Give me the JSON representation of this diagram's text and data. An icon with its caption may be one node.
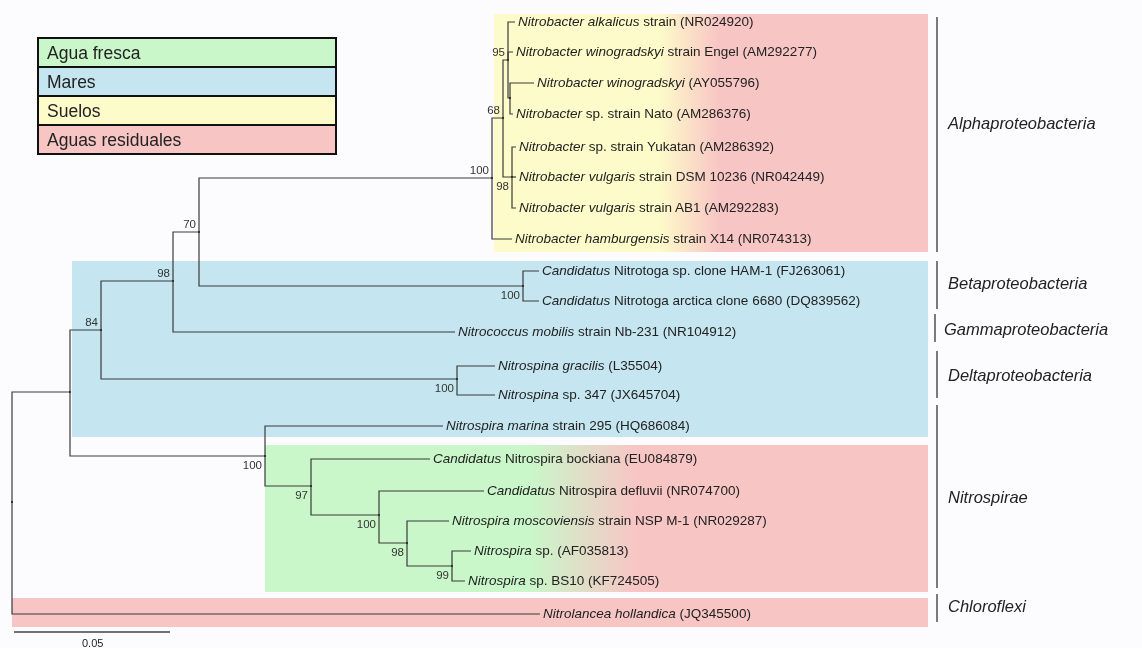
{
  "diagram": {
    "nodes": [
      {
        "text": [],
        "shape": "band"
      },
      {
        "text": [
          "*Nitrobacter alkalicus* strain (NR024920)"
        ],
        "in": 0
      },
      {
        "text": [
          "*Nitrobacter winogradskyi* strain Engel (AM292277)"
        ],
        "in": 0
      },
      {
        "text": [
          "*Nitrobacter winogradskyi* (AY055796)"
        ],
        "in": 0
      },
      {
        "text": [
          "*Nitrobacter* sp. strain Nato (AM286376)"
        ],
        "in": 0
      },
      {
        "text": [
          "*Nitrobacter* sp. strain Yukatan (AM286392)"
        ],
        "in": 0
      },
      {
        "text": [
          "*Nitrobacter vulgaris* strain DSM 10236 (NR042449)"
        ],
        "in": 0
      },
      {
        "text": [
          "*Nitrobacter vulgaris* strain AB1 (AM292283)"
        ],
        "in": 0
      },
      {
        "text": [
          "*Nitrobacter hamburgensis* strain X14 (NR074313)"
        ],
        "in": 0
      },
      {
        "text": [],
        "shape": "band"
      },
      {
        "text": [
          "*Candidatus* Nitrotoga sp. clone HAM-1 (FJ263061)"
        ],
        "in": 9
      },
      {
        "text": [
          "*Candidatus* Nitrotoga arctica clone 6680 (DQ839562)"
        ],
        "in": 9
      },
      {
        "text": [
          "*Nitrococcus mobilis* strain Nb-231 (NR104912)"
        ],
        "in": 9
      },
      {
        "text": [
          "*Nitrospina gracilis* (L35504)"
        ],
        "in": 9
      },
      {
        "text": [
          "*Nitrospina* sp. 347 (JX645704)"
        ],
        "in": 9
      },
      {
        "text": [
          "*Nitrospira marina* strain 295 (HQ686084)"
        ],
        "in": 9
      },
      {
        "text": [],
        "shape": "band"
      },
      {
        "text": [
          "*Candidatus* Nitrospira bockiana (EU084879)"
        ],
        "in": 16
      },
      {
        "text": [
          "*Candidatus* Nitrospira defluvii (NR074700)"
        ],
        "in": 16
      },
      {
        "text": [
          "*Nitrospira moscoviensis* strain NSP M-1 (NR029287)"
        ],
        "in": 16
      },
      {
        "text": [
          "*Nitrospira* sp. (AF035813)"
        ],
        "in": 16
      },
      {
        "text": [
          "*Nitrospira* sp. BS10 (KF724505)"
        ],
        "in": 16
      },
      {
        "text": [],
        "shape": "band"
      },
      {
        "text": [
          "*Nitrolancea hollandica* (JQ345500)"
        ],
        "in": 22
      },
      {
        "text": [],
        "shape": "point"
      },
      {
        "text": [],
        "shape": "point"
      },
      {
        "text": [],
        "shape": "point",
        "beside": [
          "84"
        ],
        "in": 9
      },
      {
        "text": [],
        "shape": "point",
        "beside": [
          "98"
        ],
        "in": 9
      },
      {
        "text": [],
        "shape": "point",
        "beside": [
          "70"
        ]
      },
      {
        "text": [],
        "shape": "point",
        "beside": [
          "100"
        ]
      },
      {
        "text": [],
        "shape": "point",
        "beside": [
          "68"
        ],
        "in": 0
      },
      {
        "text": [],
        "shape": "point",
        "beside": [
          "95"
        ],
        "in": 0
      },
      {
        "text": [],
        "shape": "point",
        "in": 0
      },
      {
        "text": [],
        "shape": "point",
        "beside": [
          "98"
        ],
        "in": 0
      },
      {
        "text": [],
        "shape": "point",
        "beside": [
          "100"
        ],
        "in": 9
      },
      {
        "text": [],
        "shape": "point",
        "beside": [
          "100"
        ],
        "in": 9
      },
      {
        "text": [],
        "shape": "point",
        "beside": [
          "100"
        ]
      },
      {
        "text": [],
        "shape": "point",
        "beside": [
          "97"
        ],
        "in": 16
      },
      {
        "text": [],
        "shape": "point",
        "beside": [
          "100"
        ],
        "in": 16
      },
      {
        "text": [],
        "shape": "point",
        "beside": [
          "98"
        ],
        "in": 16
      },
      {
        "text": [],
        "shape": "point",
        "beside": [
          "99"
        ],
        "in": 16
      }
    ],
    "edges": [
      {
        "from": 24,
        "to": 25,
        "arrow": "none"
      },
      {
        "from": 24,
        "to": 23,
        "arrow": "none"
      },
      {
        "from": 25,
        "to": 26,
        "arrow": "none"
      },
      {
        "from": 25,
        "to": 36,
        "arrow": "none"
      },
      {
        "from": 26,
        "to": 27,
        "arrow": "none"
      },
      {
        "from": 26,
        "to": 35,
        "arrow": "none"
      },
      {
        "from": 27,
        "to": 28,
        "arrow": "none"
      },
      {
        "from": 27,
        "to": 12,
        "arrow": "none"
      },
      {
        "from": 28,
        "to": 29,
        "arrow": "none"
      },
      {
        "from": 28,
        "to": 34,
        "arrow": "none"
      },
      {
        "from": 29,
        "to": 30,
        "arrow": "none"
      },
      {
        "from": 29,
        "to": 8,
        "arrow": "none"
      },
      {
        "from": 30,
        "to": 31,
        "arrow": "none"
      },
      {
        "from": 30,
        "to": 33,
        "arrow": "none"
      },
      {
        "from": 31,
        "to": 1,
        "arrow": "none"
      },
      {
        "from": 31,
        "to": 2,
        "arrow": "none"
      },
      {
        "from": 31,
        "to": 32,
        "arrow": "none"
      },
      {
        "from": 32,
        "to": 3,
        "arrow": "none"
      },
      {
        "from": 32,
        "to": 4,
        "arrow": "none"
      },
      {
        "from": 33,
        "to": 5,
        "arrow": "none"
      },
      {
        "from": 33,
        "to": 6,
        "arrow": "none"
      },
      {
        "from": 33,
        "to": 7,
        "arrow": "none"
      },
      {
        "from": 34,
        "to": 10,
        "arrow": "none"
      },
      {
        "from": 34,
        "to": 11,
        "arrow": "none"
      },
      {
        "from": 35,
        "to": 13,
        "arrow": "none"
      },
      {
        "from": 35,
        "to": 14,
        "arrow": "none"
      },
      {
        "from": 36,
        "to": 15,
        "arrow": "none"
      },
      {
        "from": 36,
        "to": 37,
        "arrow": "none"
      },
      {
        "from": 37,
        "to": 17,
        "arrow": "none"
      },
      {
        "from": 37,
        "to": 38,
        "arrow": "none"
      },
      {
        "from": 38,
        "to": 18,
        "arrow": "none"
      },
      {
        "from": 38,
        "to": 39,
        "arrow": "none"
      },
      {
        "from": 39,
        "to": 19,
        "arrow": "none"
      },
      {
        "from": 39,
        "to": 40,
        "arrow": "none"
      },
      {
        "from": 40,
        "to": 20,
        "arrow": "none"
      },
      {
        "from": 40,
        "to": 21,
        "arrow": "none"
      }
    ],
    "labels": [
      "Alphaproteobacteria",
      "Betaproteobacteria",
      "Gammaproteobacteria",
      "Deltaproteobacteria",
      "Nitrospirae",
      "Chloroflexi",
      "0.05"
    ],
    "legend": [
      {
        "text": "Agua fresca",
        "color": "#c9f7c9"
      },
      {
        "text": "Mares",
        "color": "#c5e6f0"
      },
      {
        "text": "Suelos",
        "color": "#fdfbc9"
      },
      {
        "text": "Aguas residuales",
        "color": "#f8c5c5"
      }
    ]
  }
}
